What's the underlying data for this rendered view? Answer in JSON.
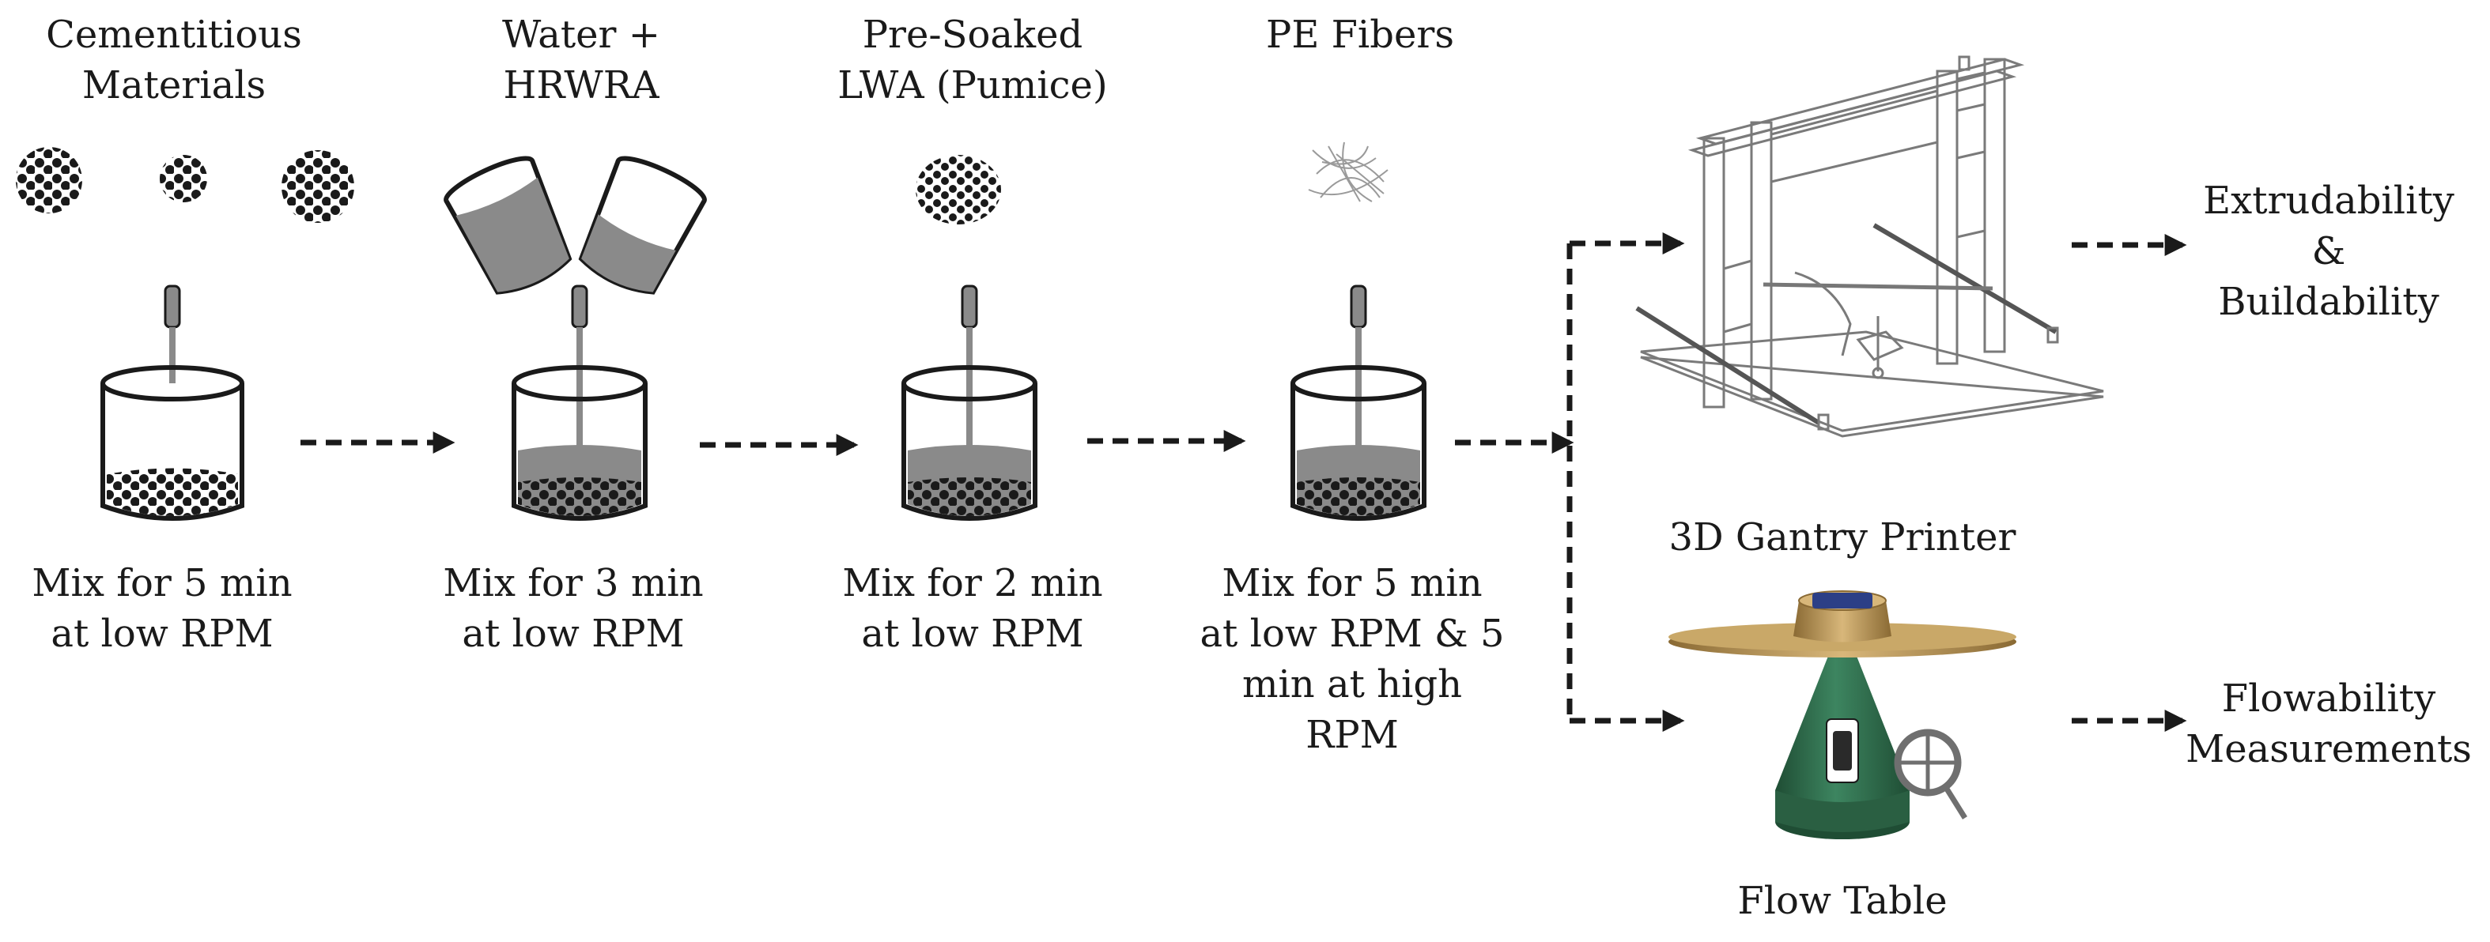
{
  "ingredients": [
    {
      "line1": "Cementitious",
      "line2": "Materials"
    },
    {
      "line1": "Water +",
      "line2": "HRWRA"
    },
    {
      "line1": "Pre-Soaked",
      "line2": "LWA (Pumice)"
    },
    {
      "line1": "PE Fibers",
      "line2": ""
    }
  ],
  "mix_steps": [
    {
      "lines": [
        "Mix for 5 min",
        "at low RPM"
      ]
    },
    {
      "lines": [
        "Mix for 3 min",
        "at low RPM"
      ]
    },
    {
      "lines": [
        "Mix for 2 min",
        "at low RPM"
      ]
    },
    {
      "lines": [
        "Mix for 5 min",
        "at low RPM & 5",
        "min at high",
        "RPM"
      ]
    }
  ],
  "equipment": {
    "printer": "3D Gantry Printer",
    "flow_table": "Flow Table"
  },
  "outcomes": {
    "printer": {
      "lines": [
        "Extrudability",
        "&",
        "Buildability"
      ]
    },
    "flow_table": {
      "lines": [
        "Flowability",
        "Measurements"
      ]
    }
  },
  "colors": {
    "ink": "#1a1a1a",
    "grey_fill": "#8a8a8a",
    "flow_table_green": "#2f6b4a",
    "flow_table_bronze": "#b08c52"
  }
}
